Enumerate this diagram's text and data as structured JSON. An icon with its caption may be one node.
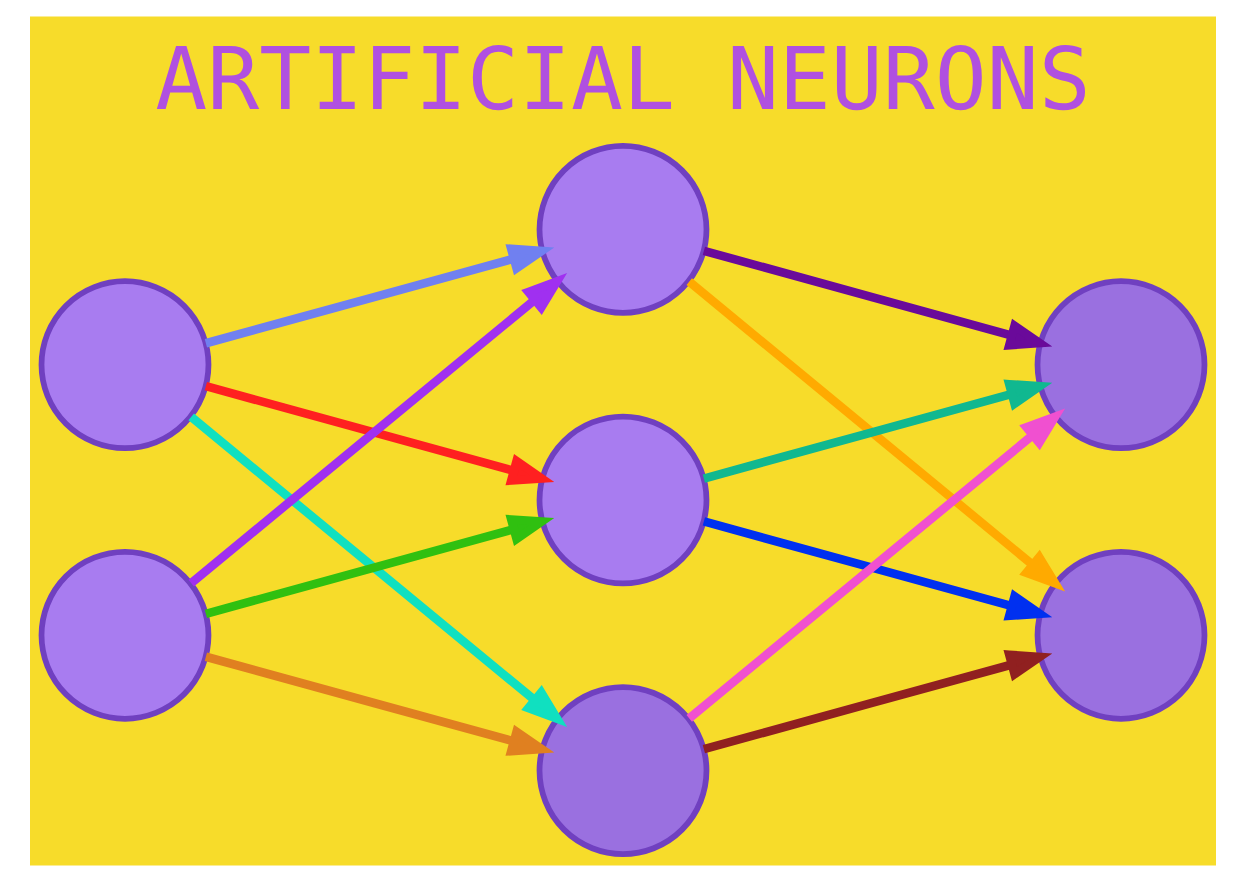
{
  "diagram": {
    "title": "ARTIFICIAL NEURONS",
    "nodes": [
      {
        "text": [],
        "shape": "circle"
      },
      {
        "text": [],
        "shape": "circle"
      },
      {
        "text": [],
        "shape": "circle"
      },
      {
        "text": [],
        "shape": "circle"
      },
      {
        "text": [],
        "shape": "circle"
      },
      {
        "text": [],
        "shape": "circle"
      },
      {
        "text": [],
        "shape": "circle"
      }
    ],
    "edges": [
      {
        "from": 0,
        "to": 2,
        "arrow": "to",
        "color": "#7080f0"
      },
      {
        "from": 0,
        "to": 3,
        "arrow": "to",
        "color": "#ff2020"
      },
      {
        "from": 0,
        "to": 4,
        "arrow": "to",
        "color": "#10e0c0"
      },
      {
        "from": 1,
        "to": 2,
        "arrow": "to",
        "color": "#a030f0"
      },
      {
        "from": 1,
        "to": 3,
        "arrow": "to",
        "color": "#30c010"
      },
      {
        "from": 1,
        "to": 4,
        "arrow": "to",
        "color": "#e08020"
      },
      {
        "from": 2,
        "to": 5,
        "arrow": "to",
        "color": "#6a0a9a"
      },
      {
        "from": 2,
        "to": 6,
        "arrow": "to",
        "color": "#ffaa00"
      },
      {
        "from": 3,
        "to": 5,
        "arrow": "to",
        "color": "#10b890"
      },
      {
        "from": 3,
        "to": 6,
        "arrow": "to",
        "color": "#0030f0"
      },
      {
        "from": 4,
        "to": 5,
        "arrow": "to",
        "color": "#f050d0"
      },
      {
        "from": 4,
        "to": 6,
        "arrow": "to",
        "color": "#902020"
      }
    ]
  }
}
